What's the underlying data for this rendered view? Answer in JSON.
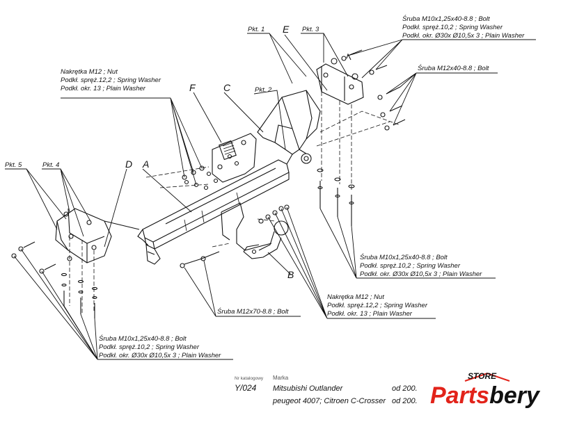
{
  "callouts": {
    "nut_top": [
      "Nakrętka M12 ; Nut",
      "Podkł. spręż.12,2 ; Spring Washer",
      "Podkł. okr. 13 ; Plain Washer"
    ],
    "bolt_top_right": [
      "Śruba M10x1,25x40-8.8 ; Bolt",
      "Podkł. spręż.10,2 ; Spring Washer",
      "Podkł. okr. Ø30x Ø10,5x 3 ; Plain Washer"
    ],
    "bolt_m12x40": "Śruba M12x40-8.8 ; Bolt",
    "bolt_mid_right": [
      "Śruba M10x1,25x40-8.8 ;  Bolt",
      "Podkł. spręż.10,2 ; Spring Washer",
      "Podkł. okr.  Ø30x Ø10,5x 3 ; Plain Washer"
    ],
    "nut_mid": [
      "Nakrętka  M12 ; Nut",
      "Podkł. spręż.12,2 ; Spring Washer",
      "Podkł. okr. 13 ; Plain Washer"
    ],
    "bolt_m12x70": "Śruba M12x70-8.8 ;  Bolt",
    "bolt_bottom_left": [
      "Śruba M10x1,25x40-8.8 ;  Bolt",
      "Podkł. spręż.10,2 ; Spring Washer",
      "Podkł. okr.  Ø30x Ø10,5x 3 ; Plain Washer"
    ]
  },
  "points": {
    "pkt1": "Pkt. 1",
    "pkt2": "Pkt. 2",
    "pkt3": "Pkt. 3",
    "pkt4": "Pkt. 4",
    "pkt5": "Pkt. 5"
  },
  "letters": {
    "A": "A",
    "B": "B",
    "C": "C",
    "D": "D",
    "E": "E",
    "F": "F"
  },
  "footer": {
    "catalog_label": "Nr katalogowy",
    "brand_label": "Marka",
    "catalog_no": "Y/024",
    "car1": "Mitsubishi Outlander",
    "car2": "peugeot 4007; Citroen C-Crosser",
    "year1": "od 200.",
    "year2": "od 200."
  },
  "logo": {
    "store": "STORE",
    "part1": "Parts",
    "part2": "bery",
    "red": "#e2231a",
    "black": "#111111"
  }
}
